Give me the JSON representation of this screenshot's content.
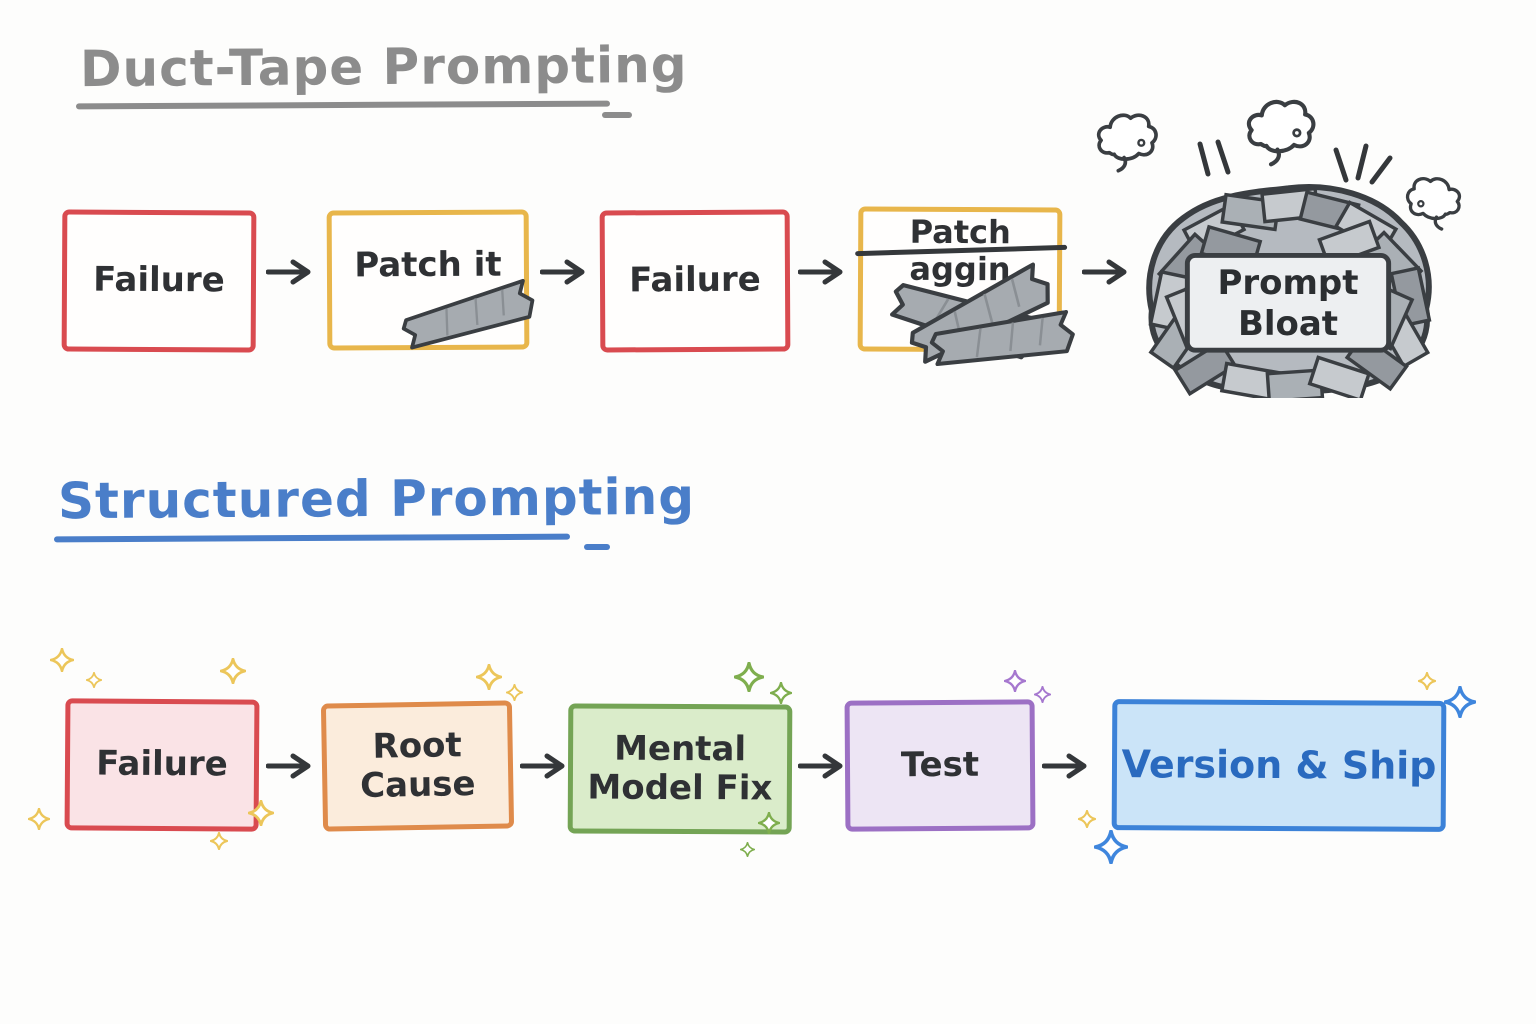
{
  "canvas": {
    "background": "#fdfdfc"
  },
  "duct_tape_flow": {
    "title": "Duct-Tape Prompting",
    "title_color": "#8c8c8c",
    "nodes": {
      "failure1": {
        "label": "Failure",
        "border_color": "#d94b50"
      },
      "patch_it": {
        "label": "Patch it",
        "border_color": "#e8b64b"
      },
      "failure2": {
        "label": "Failure",
        "border_color": "#d94b50"
      },
      "patch_again": {
        "label": "Patch aggin",
        "border_color": "#e8b64b",
        "struck_through": true
      },
      "prompt_bloat": {
        "label": "Prompt Bloat",
        "style": "duct-tape-ball"
      }
    }
  },
  "structured_flow": {
    "title": "Structured Prompting",
    "title_color": "#4a7ec9",
    "nodes": {
      "failure": {
        "label": "Failure",
        "border_color": "#d94b50",
        "fill_color": "#fae3e6"
      },
      "root_cause": {
        "label": "Root Cause",
        "border_color": "#df8b4b",
        "fill_color": "#fbecdc"
      },
      "mental_model_fix": {
        "label": "Mental Model Fix",
        "border_color": "#74a455",
        "fill_color": "#daecca"
      },
      "test": {
        "label": "Test",
        "border_color": "#9c70c4",
        "fill_color": "#ede5f4"
      },
      "version_ship": {
        "label": "Version & Ship",
        "border_color": "#3c82d8",
        "fill_color": "#cbe4f8",
        "text_color": "#2a6abf"
      }
    }
  },
  "palette": {
    "ink": "#35383b",
    "tape_gray": "#a6abb0",
    "sparkle_yellow": "#ecc65a",
    "sparkle_green": "#7fae4e",
    "sparkle_purple": "#a678cf",
    "sparkle_blue": "#3f86dd"
  }
}
